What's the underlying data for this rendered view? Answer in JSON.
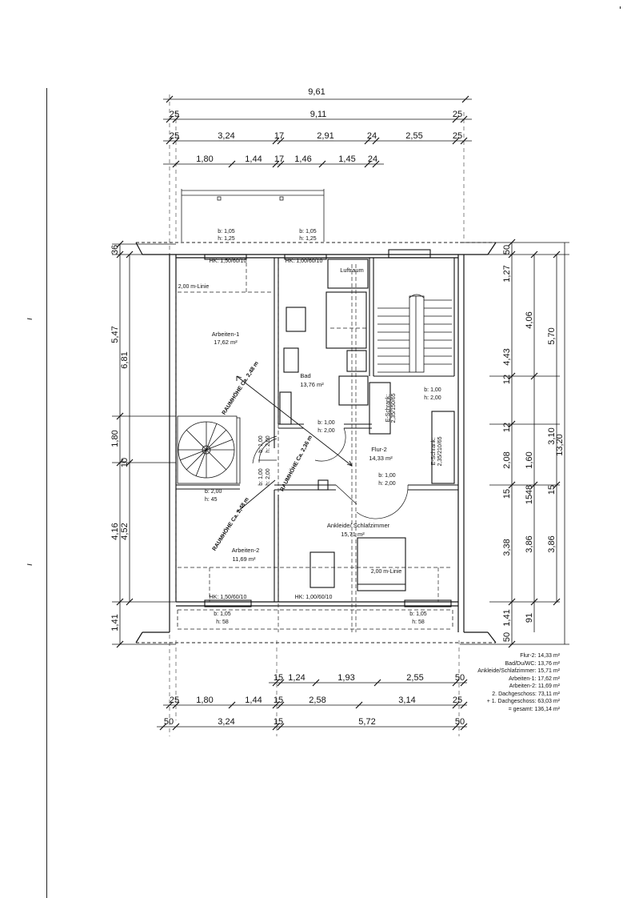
{
  "dimensions": {
    "top": {
      "row1": [
        "9,61"
      ],
      "row2": [
        "25",
        "9,11",
        "25"
      ],
      "row3": [
        "25",
        "3,24",
        "17",
        "2,91",
        "24",
        "2,55",
        "25"
      ],
      "row4": [
        "1,80",
        "1,44",
        "17",
        "1,46",
        "1,45",
        "24"
      ]
    },
    "bottom": {
      "row1": [
        "15",
        "1,24",
        "1,93",
        "2,55",
        "50"
      ],
      "row2": [
        "25",
        "1,80",
        "1,44",
        "15",
        "2,58",
        "3,14",
        "25"
      ],
      "row3": [
        "50",
        "3,24",
        "15",
        "5,72",
        "50"
      ]
    },
    "left": {
      "outer": [
        "36",
        "5,47",
        "1,80",
        "4,16",
        "1,41"
      ],
      "inner": [
        "6,81",
        "10",
        "4,52"
      ]
    },
    "right": {
      "col1": [
        "50",
        "1,27",
        "4,43",
        "12",
        "12",
        "2,08",
        "15",
        "3,38",
        "1,41",
        "50"
      ],
      "col2": [
        "4,06",
        "1,60",
        "48",
        "15",
        "3,86",
        "91"
      ],
      "col3": [
        "5,70",
        "3,10",
        "15",
        "3,86"
      ],
      "total": "13,20"
    }
  },
  "rooms": {
    "arbeiten1": {
      "name": "Arbeiten-1",
      "area": "17,62 m²"
    },
    "bad": {
      "name": "Bad",
      "area": "13,76 m²"
    },
    "flur2": {
      "name": "Flur-2",
      "area": "14,33 m²"
    },
    "ankleide": {
      "name": "Ankleide/ Schlafzimmer",
      "area": "15,71 m²"
    },
    "arbeiten2": {
      "name": "Arbeiten-2",
      "area": "11,69 m²"
    },
    "luftraum": "Luftraum"
  },
  "labels": {
    "line_2m_top": "2,00 m-Linie",
    "line_2m_bottom": "2,00 m-Linie",
    "hk_top_left": "HK: 1,50/60/10",
    "hk_top_mid": "HK: 1,00/60/10",
    "hk_bottom_left": "HK: 1,50/60/10",
    "hk_bottom_mid": "HK: 1,00/60/10",
    "window_top_left_b": "b: 1,05",
    "window_top_left_h": "h: 1,25",
    "window_top_mid_b": "b: 1,05",
    "window_top_mid_h": "h: 1,25",
    "window_bottom_left_b": "b: 1,05",
    "window_bottom_left_h": "h: 58",
    "window_bottom_right_b": "b: 1,05",
    "window_bottom_right_h": "h: 58",
    "door_bad_b": "b: 1,00",
    "door_bad_h": "h: 2,00",
    "door_flur_top_b": "b: 1,00",
    "door_flur_top_h": "h: 2,00",
    "door_ank_b": "b: 1,00",
    "door_ank_h": "h: 2,00",
    "door_arb1_b": "b: 1,00",
    "door_arb1_h": "h: 2,00",
    "door_arb2_b": "b: 1,00",
    "door_arb2_h": "h: 2,00",
    "stair_b": "b: 2,00",
    "stair_h": "h: 45",
    "schrank1_title": "E-Schrank:",
    "schrank1_size": "2,35/150/65",
    "schrank2_title": "E-Schrank:",
    "schrank2_size": "2,35/210/65",
    "ceiling1": "RAUMHÖHE Ca. 2,48 m",
    "ceiling2": "RAUMHÖHE Ca. 2,36 m",
    "ceiling3": "RAUMHÖHE Ca. 2,48 m"
  },
  "areas": [
    {
      "label": "Flur-2:",
      "value": "14,33 m²"
    },
    {
      "label": "Bad/Du/WC:",
      "value": "13,76 m²"
    },
    {
      "label": "Ankleide/Schlafzimmer:",
      "value": "15,71 m²"
    },
    {
      "label": "Arbeiten-1:",
      "value": "17,62 m²"
    },
    {
      "label": "Arbeiten-2:",
      "value": "11,69 m²"
    },
    {
      "label": "2. Dachgeschoss:",
      "value": "73,11 m²"
    },
    {
      "label": "+ 1. Dachgeschoss:",
      "value": "63,03 m²"
    },
    {
      "label": "= gesamt:",
      "value": "136,14 m²"
    }
  ]
}
